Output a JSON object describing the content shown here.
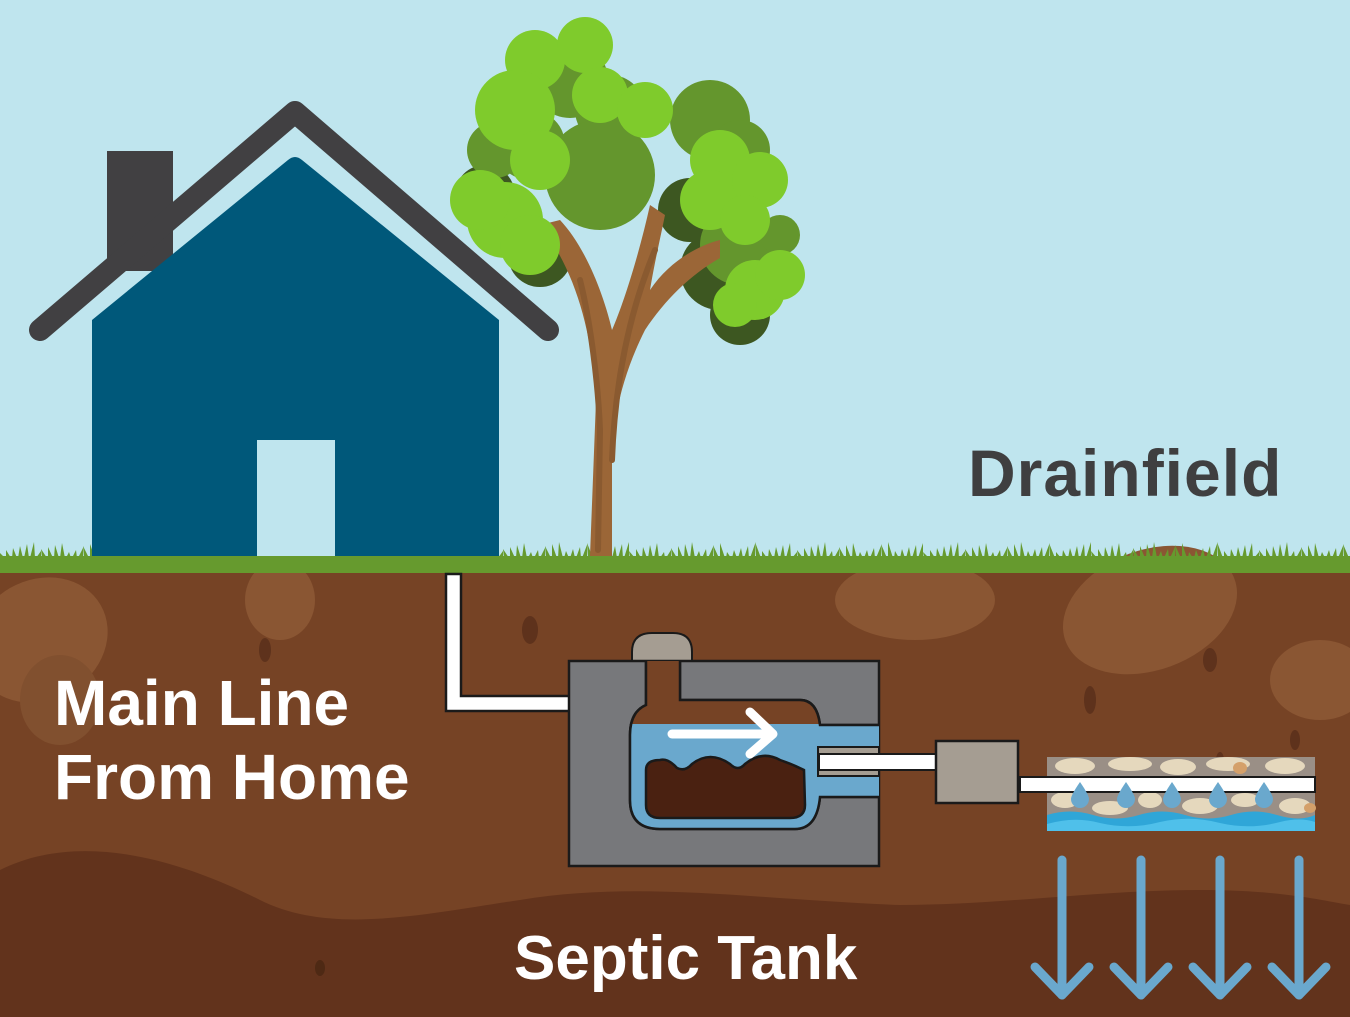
{
  "diagram": {
    "title": "Septic system overview",
    "labels": {
      "drainfield": "Drainfield",
      "main_line_line1": "Main Line",
      "main_line_line2": "From Home",
      "septic_tank": "Septic Tank"
    },
    "components": [
      "house",
      "tree",
      "main-line-pipe",
      "septic-tank",
      "distribution-box",
      "drainfield-gravel-bed",
      "percolation-arrows"
    ],
    "flow_direction": "left-to-right",
    "drip_count": 5,
    "percolation_arrow_count": 4
  },
  "colors": {
    "sky": "#bfe5ee",
    "house": "#00587a",
    "roof": "#414042",
    "grass": "#669a2e",
    "soil": "#764325",
    "soil_deep": "#62331c",
    "tank_concrete": "#77787b",
    "water": "#6aa8cd",
    "sludge": "#4a2111",
    "tree_light": "#7fcb2c",
    "tree_mid": "#64962d",
    "tree_dark": "#3d5721",
    "trunk": "#9b6637",
    "label_dark": "#3f3f40",
    "label_light": "#ffffff"
  }
}
